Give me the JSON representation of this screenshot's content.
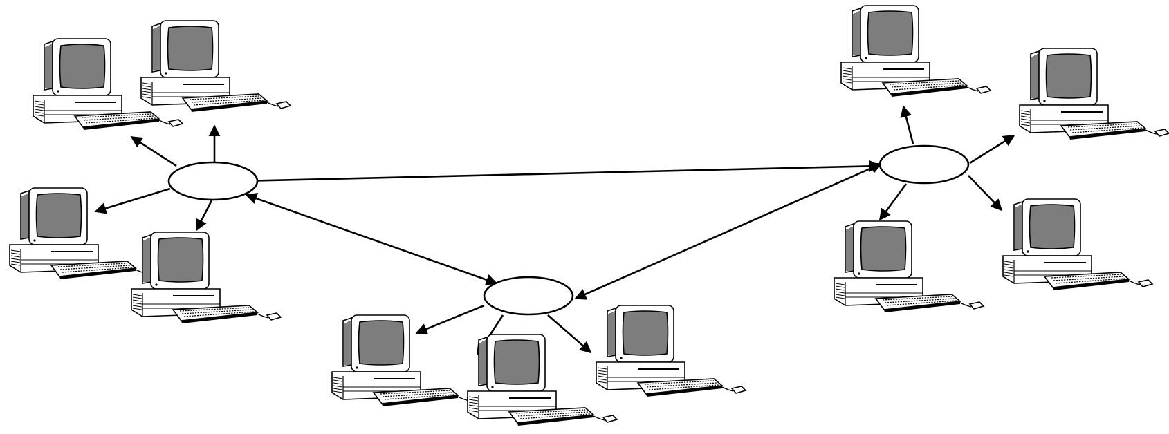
{
  "diagram": {
    "type": "network-topology",
    "hub_shape": "ellipse",
    "hub_count": 3,
    "computers_per_hub": [
      4,
      3,
      4
    ],
    "computer_icon": "desktop-computer-icon",
    "colors": {
      "line": "#000000",
      "screen": "#7d7d7d",
      "background": "#ffffff"
    }
  }
}
